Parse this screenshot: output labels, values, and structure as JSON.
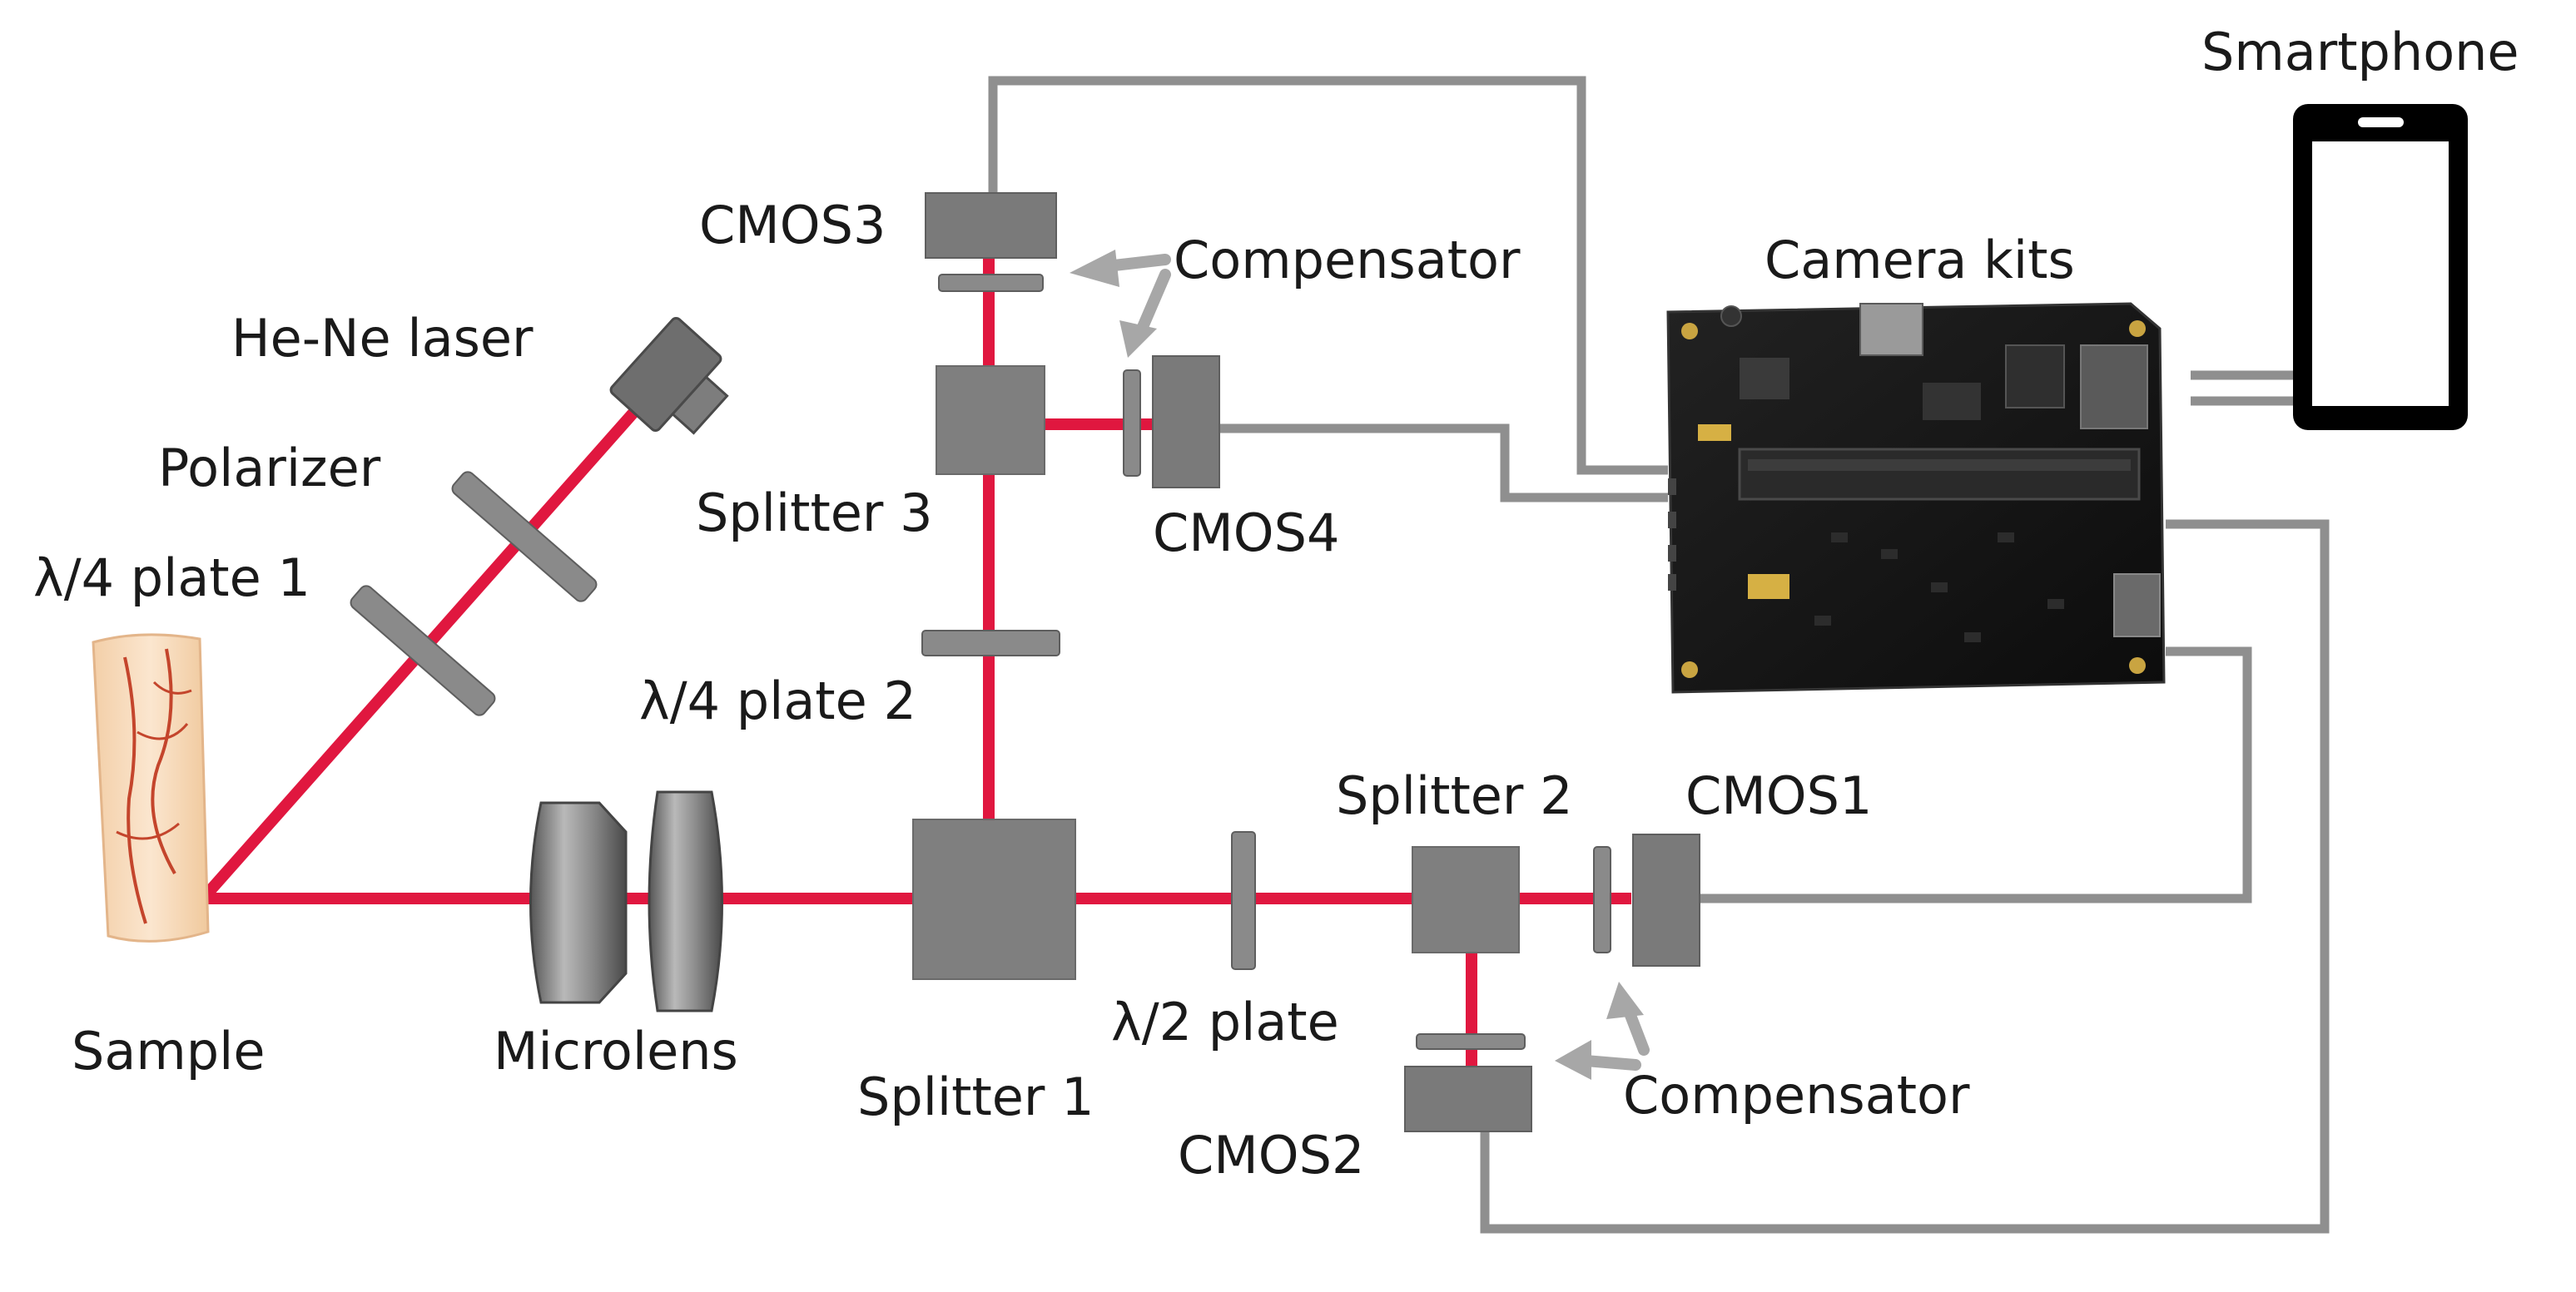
{
  "labels": {
    "smartphone": "Smartphone",
    "cmos3": "CMOS3",
    "compensator_top": "Compensator",
    "camera_kits": "Camera kits",
    "laser": "He-Ne laser",
    "polarizer": "Polarizer",
    "splitter3": "Splitter 3",
    "cmos4": "CMOS4",
    "quarter_plate_1": "λ/4 plate 1",
    "quarter_plate_2": "λ/4 plate 2",
    "splitter2": "Splitter 2",
    "cmos1": "CMOS1",
    "sample": "Sample",
    "microlens": "Microlens",
    "half_plate": "λ/2 plate",
    "splitter1": "Splitter 1",
    "compensator_bottom": "Compensator",
    "cmos2": "CMOS2"
  },
  "colors": {
    "beam": "#e0173f",
    "wire": "#8f8f8f",
    "component": "#7f7f7f",
    "board": "#151515",
    "phone": "#000000"
  }
}
